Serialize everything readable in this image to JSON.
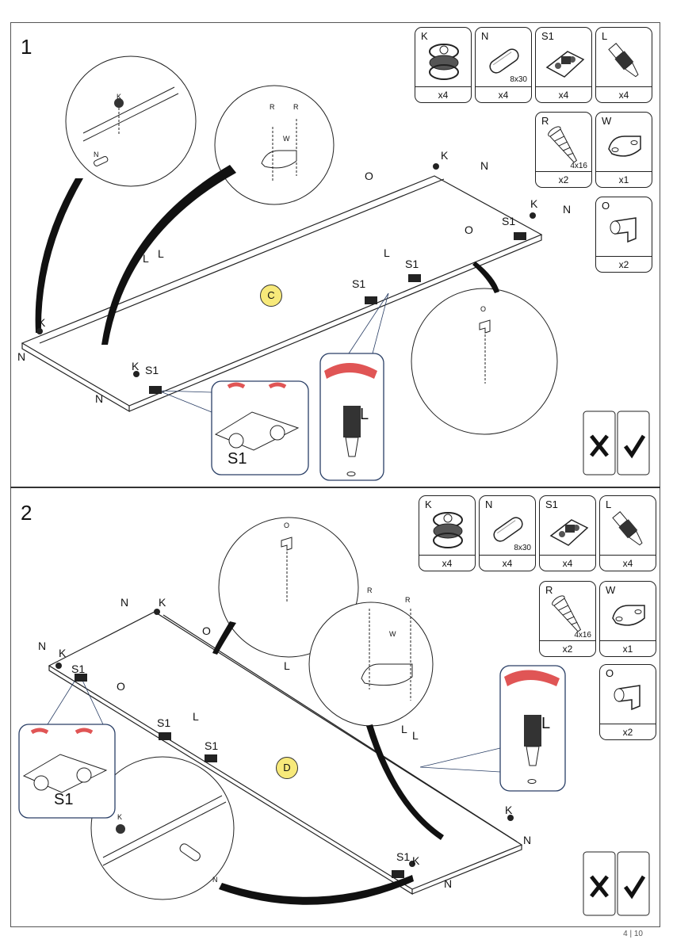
{
  "steps": [
    {
      "number": "1",
      "panel": "C",
      "parts": [
        {
          "label": "K",
          "qty": "x4",
          "spec": "",
          "icon": "cam-lock-icon"
        },
        {
          "label": "N",
          "qty": "x4",
          "spec": "8x30",
          "icon": "dowel-icon"
        },
        {
          "label": "S1",
          "qty": "x4",
          "spec": "",
          "icon": "hinge-plate-icon"
        },
        {
          "label": "L",
          "qty": "x4",
          "spec": "",
          "icon": "cam-bolt-icon"
        },
        {
          "label": "R",
          "qty": "x2",
          "spec": "4x16",
          "icon": "screw-icon"
        },
        {
          "label": "W",
          "qty": "x1",
          "spec": "",
          "icon": "rail-holder-icon"
        },
        {
          "label": "O",
          "qty": "x2",
          "spec": "",
          "icon": "shelf-pin-icon"
        }
      ],
      "callouts": {
        "K": "K",
        "N": "N",
        "L": "L",
        "O": "O",
        "S1": "S1",
        "R": "R",
        "W": "W"
      }
    },
    {
      "number": "2",
      "panel": "D",
      "parts": [
        {
          "label": "K",
          "qty": "x4",
          "spec": "",
          "icon": "cam-lock-icon"
        },
        {
          "label": "N",
          "qty": "x4",
          "spec": "8x30",
          "icon": "dowel-icon"
        },
        {
          "label": "S1",
          "qty": "x4",
          "spec": "",
          "icon": "hinge-plate-icon"
        },
        {
          "label": "L",
          "qty": "x4",
          "spec": "",
          "icon": "cam-bolt-icon"
        },
        {
          "label": "R",
          "qty": "x2",
          "spec": "4x16",
          "icon": "screw-icon"
        },
        {
          "label": "W",
          "qty": "x1",
          "spec": "",
          "icon": "rail-holder-icon"
        },
        {
          "label": "O",
          "qty": "x2",
          "spec": "",
          "icon": "shelf-pin-icon"
        }
      ],
      "callouts": {
        "K": "K",
        "N": "N",
        "L": "L",
        "O": "O",
        "S1": "S1",
        "R": "R",
        "W": "W"
      }
    }
  ],
  "page_number": "4 | 10",
  "colors": {
    "badge": "#f7e97a",
    "rotate_arrow": "#e05555",
    "zoom_frame": "#2a3f66"
  }
}
